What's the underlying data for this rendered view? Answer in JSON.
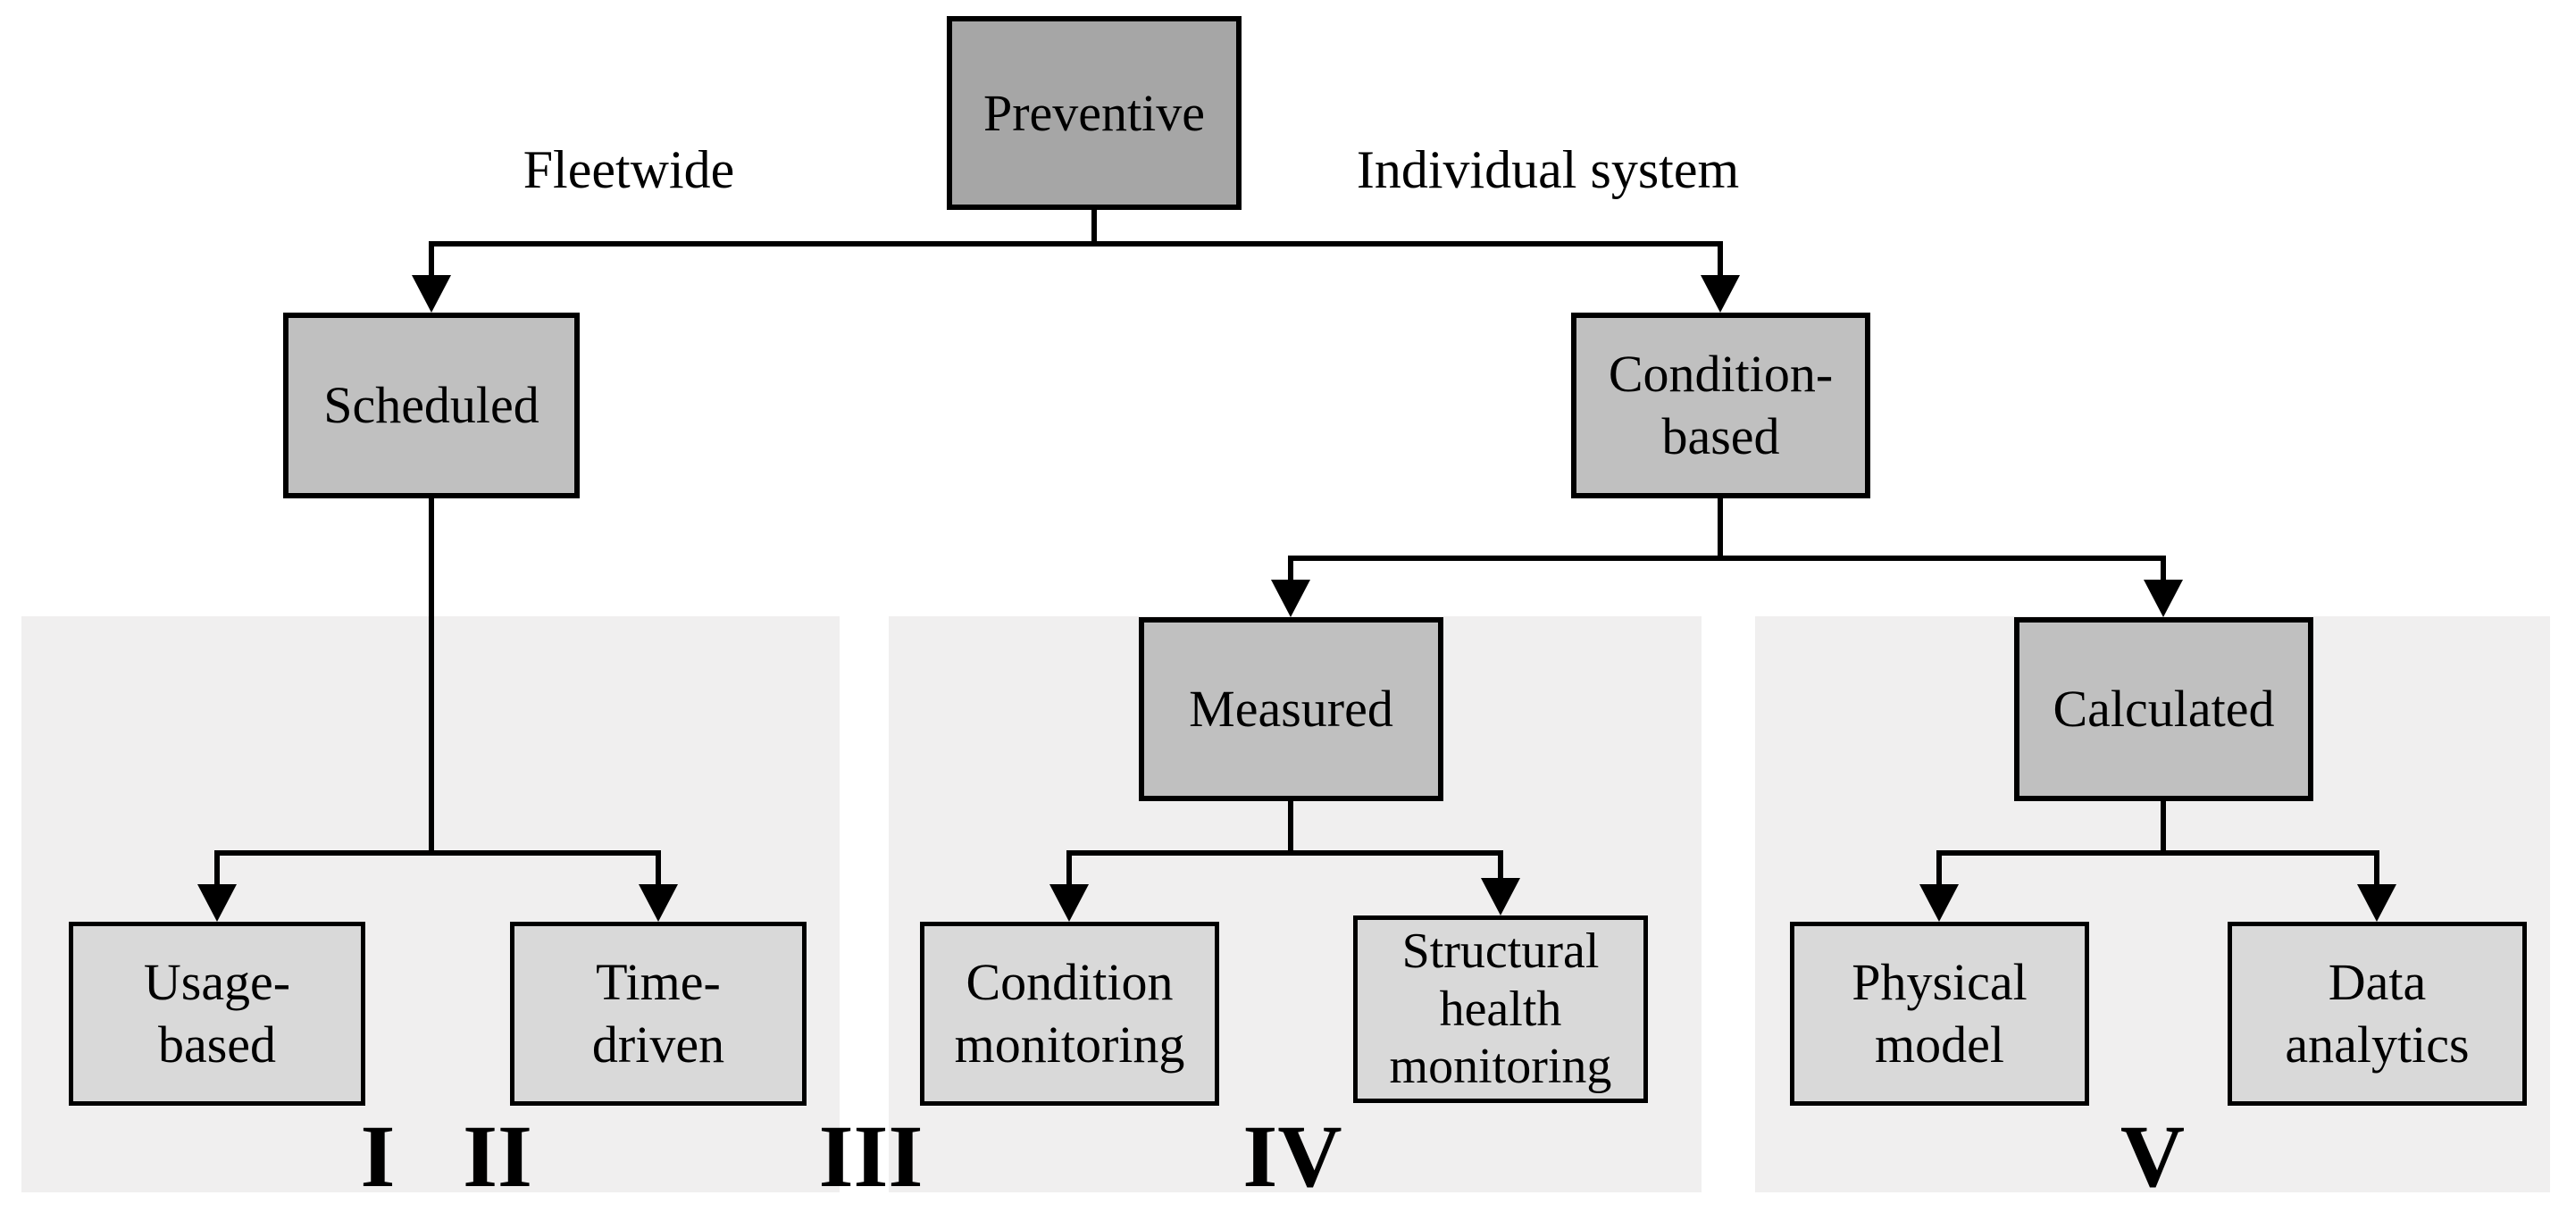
{
  "diagram": {
    "title_implied": "Preventive maintenance taxonomy",
    "nodes": {
      "preventive": {
        "label": "Preventive"
      },
      "scheduled": {
        "label": "Scheduled"
      },
      "condition_based": {
        "label": "Condition-\nbased"
      },
      "measured": {
        "label": "Measured"
      },
      "calculated": {
        "label": "Calculated"
      },
      "usage_based": {
        "label": "Usage-\nbased"
      },
      "time_driven": {
        "label": "Time-\ndriven"
      },
      "condition_monitoring": {
        "label": "Condition\nmonitoring"
      },
      "structural_health_monitoring": {
        "label": "Structural\nhealth\nmonitoring"
      },
      "physical_model": {
        "label": "Physical\nmodel"
      },
      "data_analytics": {
        "label": "Data\nanalytics"
      }
    },
    "branch_labels": {
      "left": "Fleetwide",
      "right": "Individual system"
    },
    "group_numerals": [
      "I",
      "II",
      "III",
      "IV",
      "V"
    ],
    "colors": {
      "root_fill": "#a6a6a6",
      "mid_fill": "#c0c0c0",
      "leaf_fill": "#d9d9d9",
      "panel_fill": "#f0efef",
      "line": "#000000",
      "background": "#ffffff"
    }
  }
}
